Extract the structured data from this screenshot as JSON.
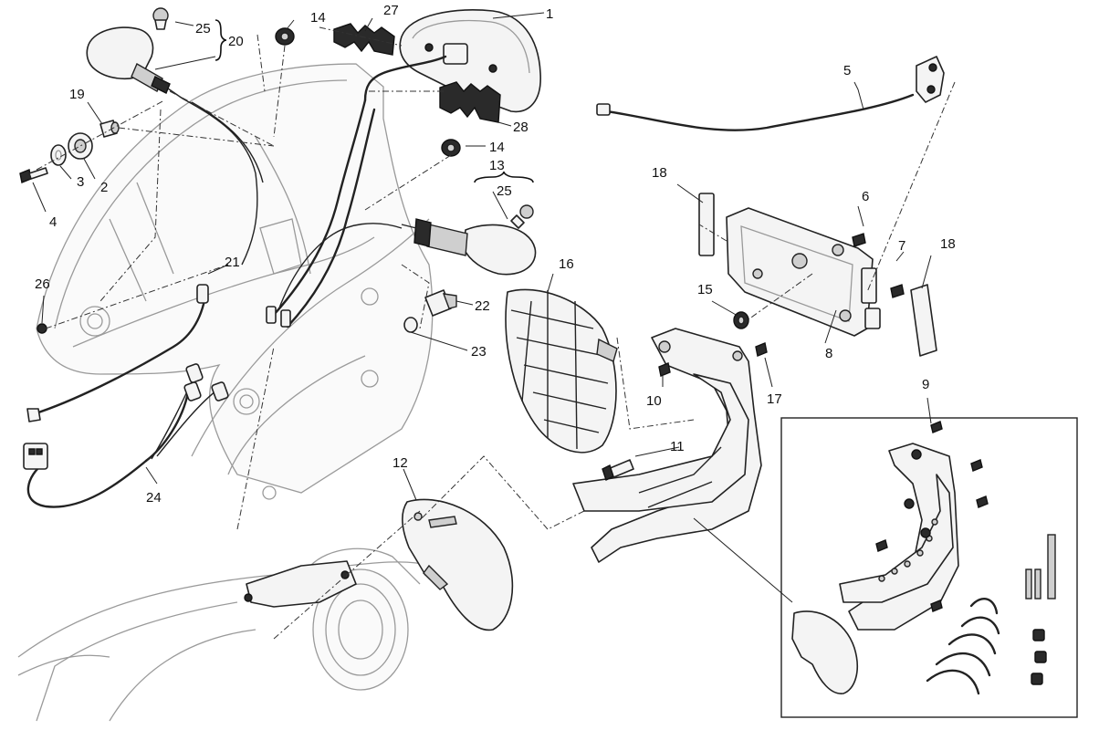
{
  "callouts": [
    {
      "id": "c1",
      "label": "1"
    },
    {
      "id": "c2",
      "label": "2"
    },
    {
      "id": "c3",
      "label": "3"
    },
    {
      "id": "c4",
      "label": "4"
    },
    {
      "id": "c5",
      "label": "5"
    },
    {
      "id": "c6",
      "label": "6"
    },
    {
      "id": "c7",
      "label": "7"
    },
    {
      "id": "c8",
      "label": "8"
    },
    {
      "id": "c9",
      "label": "9"
    },
    {
      "id": "c10",
      "label": "10"
    },
    {
      "id": "c11",
      "label": "11"
    },
    {
      "id": "c12",
      "label": "12"
    },
    {
      "id": "c13",
      "label": "13"
    },
    {
      "id": "c14a",
      "label": "14"
    },
    {
      "id": "c14b",
      "label": "14"
    },
    {
      "id": "c15",
      "label": "15"
    },
    {
      "id": "c16",
      "label": "16"
    },
    {
      "id": "c17",
      "label": "17"
    },
    {
      "id": "c18a",
      "label": "18"
    },
    {
      "id": "c18b",
      "label": "18"
    },
    {
      "id": "c19",
      "label": "19"
    },
    {
      "id": "c20",
      "label": "20"
    },
    {
      "id": "c21",
      "label": "21"
    },
    {
      "id": "c22",
      "label": "22"
    },
    {
      "id": "c23",
      "label": "23"
    },
    {
      "id": "c24",
      "label": "24"
    },
    {
      "id": "c25a",
      "label": "25"
    },
    {
      "id": "c25b",
      "label": "25"
    },
    {
      "id": "c26",
      "label": "26"
    },
    {
      "id": "c27",
      "label": "27"
    },
    {
      "id": "c28",
      "label": "28"
    }
  ]
}
